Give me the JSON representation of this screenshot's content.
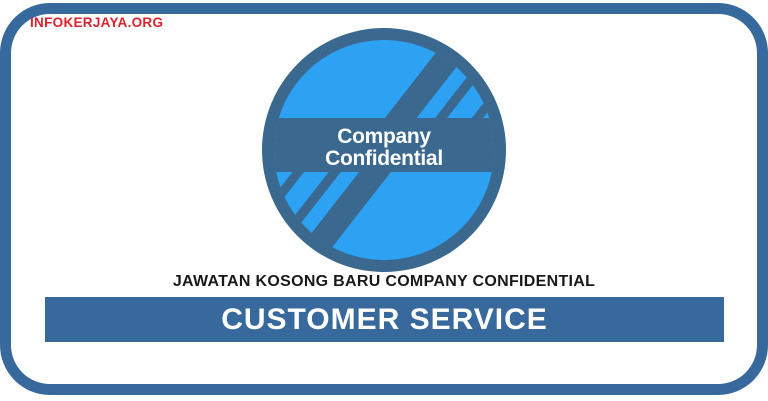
{
  "site_label": "INFOKERJAYA.ORG",
  "logo": {
    "line1": "Company",
    "line2": "Confidential"
  },
  "subtitle": "JAWATAN KOSONG BARU COMPANY CONFIDENTIAL",
  "banner_title": "CUSTOMER SERVICE",
  "colors": {
    "background": "#FFFFFF",
    "frame_blue": "#37699C",
    "banner_blue": "#37699C",
    "logo_dark_blue": "#3A688F",
    "logo_bright_blue": "#2EA2F2",
    "red": "#DD222F",
    "subtitle_text": "#191919",
    "banner_text": "#FFFFFF"
  }
}
